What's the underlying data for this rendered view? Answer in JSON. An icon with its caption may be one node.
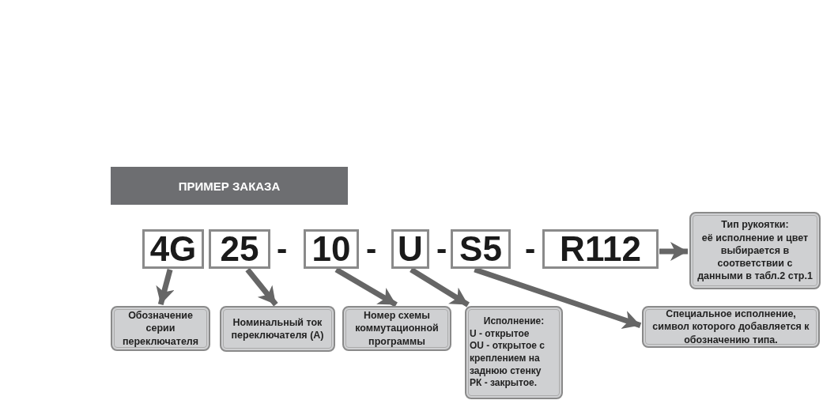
{
  "diagram": {
    "title": "ПРИМЕР ЗАКАЗА",
    "nodes": [
      {
        "text": [
          "4G"
        ]
      },
      {
        "text": [
          "25"
        ]
      },
      {
        "text": [
          "10"
        ]
      },
      {
        "text": [
          "U"
        ]
      },
      {
        "text": [
          "S5"
        ]
      },
      {
        "text": [
          "R112"
        ]
      },
      {
        "text": [
          "Тип рукоятки:",
          "её исполнение и цвет выбирается в соответствии с данными в табл.2 стр.1"
        ]
      },
      {
        "text": [
          "Обозначение серии переключателя"
        ]
      },
      {
        "text": [
          "Номинальный ток переключателя (А)"
        ]
      },
      {
        "text": [
          "Номер схемы коммутационной программы"
        ]
      },
      {
        "text": [
          "Исполнение:",
          "U - открытое",
          "OU - открытое с креплением на заднюю стенку",
          "РК - закрытое."
        ]
      },
      {
        "text": [
          "Специальное исполнение, символ которого добавляется к обозначению типа."
        ]
      }
    ],
    "edges": [
      {
        "from": 0,
        "to": 7,
        "arrow": "to"
      },
      {
        "from": 1,
        "to": 8,
        "arrow": "to"
      },
      {
        "from": 2,
        "to": 9,
        "arrow": "to"
      },
      {
        "from": 3,
        "to": 10,
        "arrow": "to"
      },
      {
        "from": 4,
        "to": 11,
        "arrow": "to"
      },
      {
        "from": 5,
        "to": 6,
        "arrow": "to"
      }
    ],
    "labels": [
      "-",
      "-",
      "-",
      "-"
    ]
  }
}
